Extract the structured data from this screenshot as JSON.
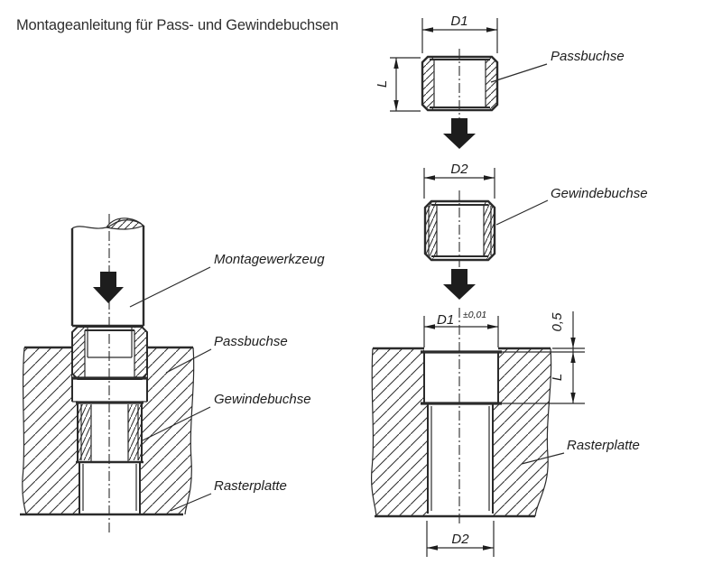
{
  "title": "Montageanleitung für Pass- und Gewindebuchsen",
  "colors": {
    "line": "#2b2b2b",
    "text": "#1d1d1d",
    "background": "#ffffff"
  },
  "left_figure": {
    "labels": {
      "tool": "Montagewerkzeug",
      "fit_bushing": "Passbuchse",
      "threaded_bushing": "Gewindebuchse",
      "plate": "Rasterplatte"
    }
  },
  "right_column": {
    "fit_bushing_figure": {
      "label": "Passbuchse",
      "dim_diameter": "D1",
      "dim_length": "L"
    },
    "threaded_bushing_figure": {
      "label": "Gewindebuchse",
      "dim_diameter": "D2"
    },
    "installed_figure": {
      "label": "Rasterplatte",
      "dim_bore": "D1",
      "dim_bore_tolerance": "±0,01",
      "dim_recess": "0,5",
      "dim_depth": "L",
      "dim_thread_bore": "D2"
    }
  }
}
